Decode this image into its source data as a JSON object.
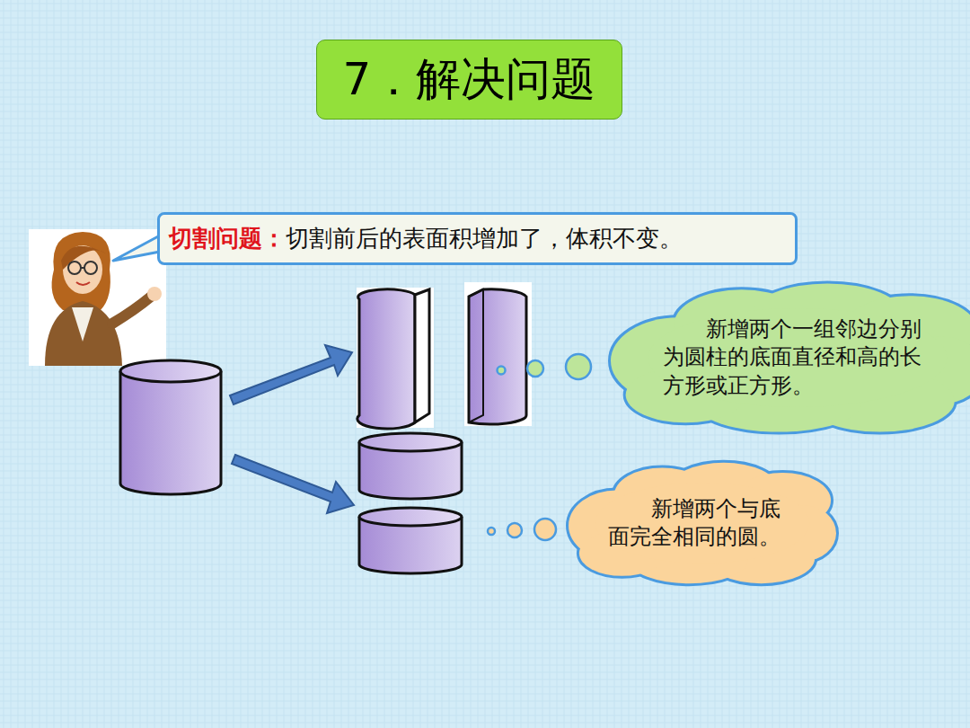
{
  "diagram": {
    "title": "7．解决问题",
    "nodes": [
      {
        "text": [
          "切割问题：",
          "切割前后的表面积增加了，体积不变。"
        ]
      },
      {
        "text": [
          "新增两个一组邻边分别为圆柱的底面直径和高的长方形或正方形。"
        ]
      },
      {
        "text": [
          "新增两个与底面完全相同的圆。"
        ]
      }
    ]
  }
}
